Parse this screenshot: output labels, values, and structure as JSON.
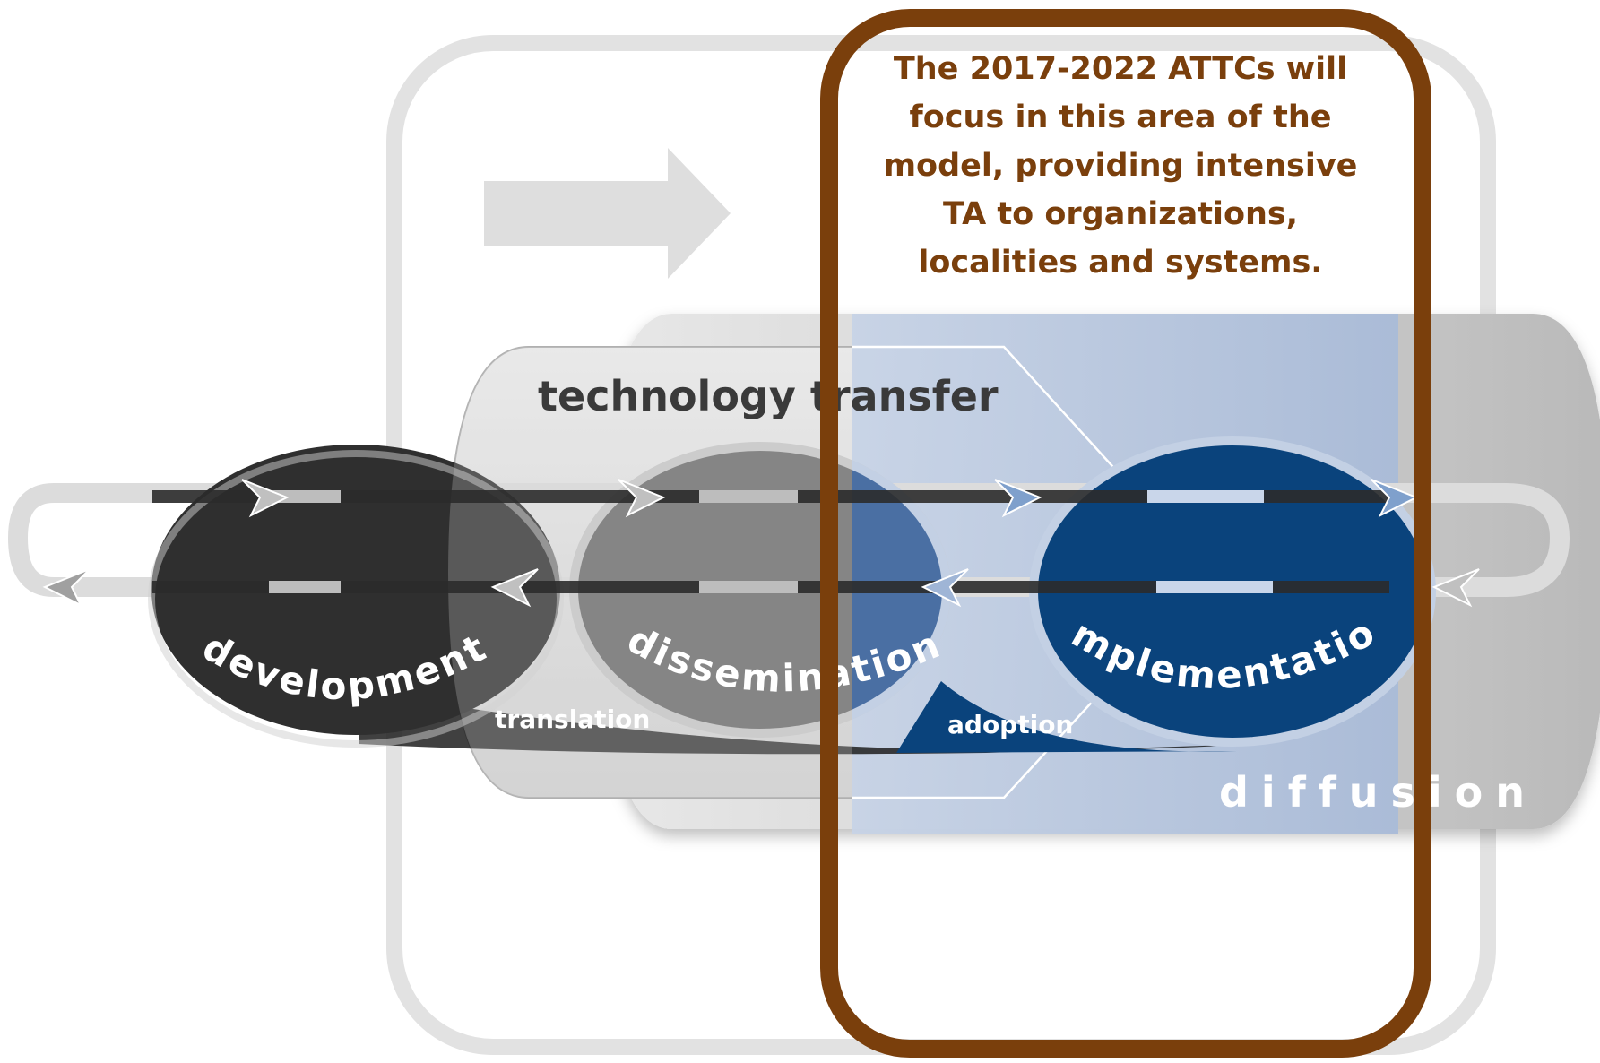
{
  "callout": {
    "lines": [
      "The 2017-2022 ATTCs will",
      "focus in this area of the",
      "model, providing intensive",
      "TA to organizations,",
      "localities and systems."
    ]
  },
  "model": {
    "technology_transfer_label": "technology transfer",
    "stages": {
      "development": "development",
      "dissemination": "dissemination",
      "implementation": "implementation"
    },
    "transitions": {
      "translation": "translation",
      "adoption": "adoption"
    },
    "diffusion_label": "diffusion"
  },
  "colors": {
    "callout_border": "#7a3f0c",
    "highlight_fill": "#a9bdd9",
    "dark_blue": "#0a437c"
  }
}
